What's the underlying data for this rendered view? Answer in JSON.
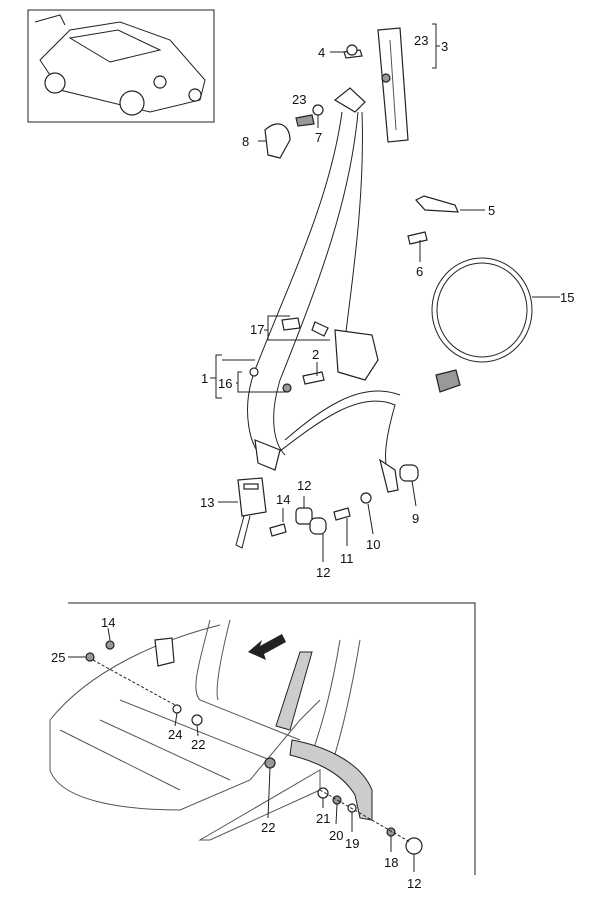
{
  "callouts": {
    "top": [
      "23",
      "3",
      "4",
      "23",
      "7",
      "8",
      "5",
      "6",
      "15",
      "17",
      "2",
      "1",
      "16",
      "13",
      "14",
      "12",
      "12",
      "11",
      "10",
      "9"
    ],
    "bottom": [
      "14",
      "25",
      "24",
      "22",
      "22",
      "21",
      "20",
      "19",
      "18",
      "12"
    ]
  }
}
